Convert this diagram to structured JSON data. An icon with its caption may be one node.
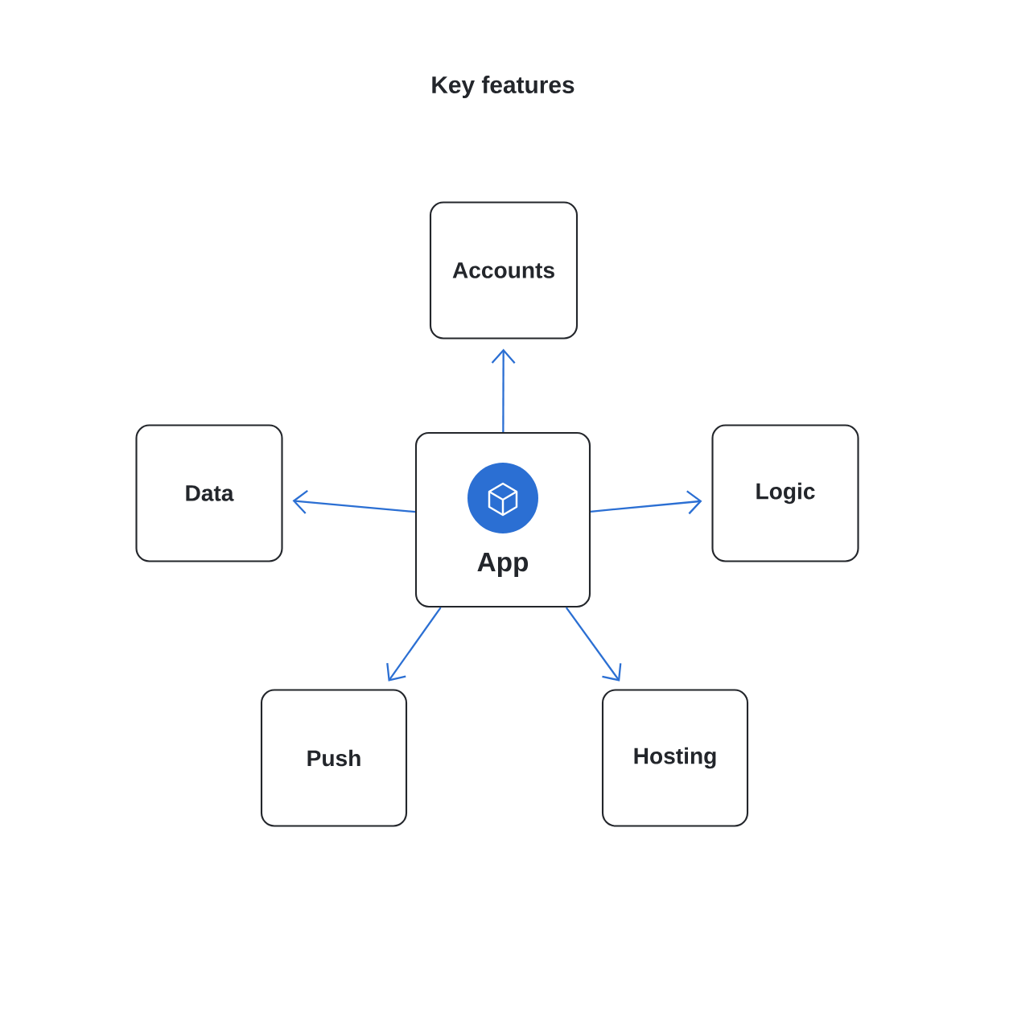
{
  "diagram": {
    "title": "Key features",
    "nodes": [
      {
        "text": [
          "Accounts"
        ]
      },
      {
        "text": [
          "Data"
        ]
      },
      {
        "text": [
          "App"
        ]
      },
      {
        "text": [
          "Logic"
        ]
      },
      {
        "text": [
          "Push"
        ]
      },
      {
        "text": [
          "Hosting"
        ]
      }
    ],
    "edges": [
      {
        "from": 2,
        "to": 0,
        "arrow": "to"
      },
      {
        "from": 2,
        "to": 1,
        "arrow": "to"
      },
      {
        "from": 2,
        "to": 3,
        "arrow": "to"
      },
      {
        "from": 2,
        "to": 4,
        "arrow": "to"
      },
      {
        "from": 2,
        "to": 5,
        "arrow": "to"
      }
    ]
  }
}
